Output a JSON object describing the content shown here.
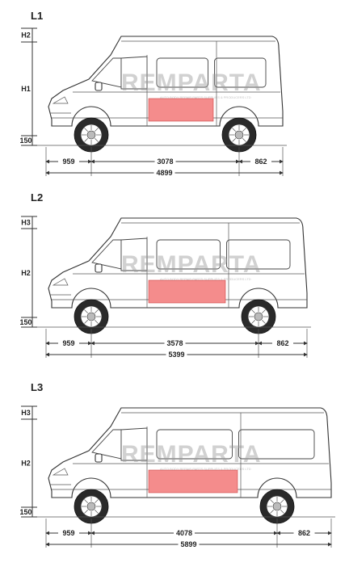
{
  "colors": {
    "highlight_panel": "#f48c8c",
    "line": "#333333",
    "watermark": "#9a9a9a"
  },
  "variants": [
    {
      "id": "L1",
      "title": "L1",
      "side_labels": [
        "H2",
        "H1",
        "150"
      ],
      "front_overhang": "959",
      "wheelbase": "3078",
      "rear_overhang": "862",
      "overall_length": "4899",
      "watermark": "REMPARTA",
      "watermark_sub": "AUTO BODY REPAIR PARTS SUPPLIES & PRODUCERS LTD"
    },
    {
      "id": "L2",
      "title": "L2",
      "side_labels": [
        "H3",
        "H2",
        "150"
      ],
      "front_overhang": "959",
      "wheelbase": "3578",
      "rear_overhang": "862",
      "overall_length": "5399",
      "watermark": "REMPARTA",
      "watermark_sub": "AUTO BODY REPAIR PARTS SUPPLIES & PRODUCERS LTD"
    },
    {
      "id": "L3",
      "title": "L3",
      "side_labels": [
        "H3",
        "H2",
        "150"
      ],
      "front_overhang": "959",
      "wheelbase": "4078",
      "rear_overhang": "862",
      "overall_length": "5899",
      "watermark": "REMPARTA",
      "watermark_sub": "AUTO BODY REPAIR PARTS SUPPLIES & PRODUCERS LTD"
    }
  ]
}
